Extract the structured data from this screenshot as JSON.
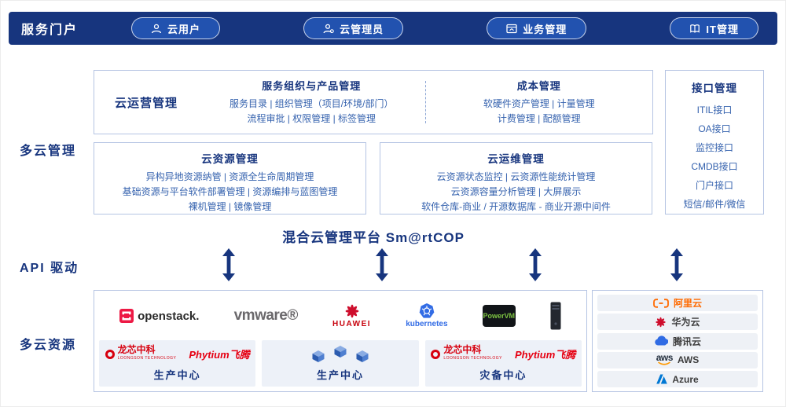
{
  "portal": {
    "label": "服务门户",
    "pills": [
      {
        "label": "云用户"
      },
      {
        "label": "云管理员"
      },
      {
        "label": "业务管理"
      },
      {
        "label": "IT管理"
      }
    ]
  },
  "mgmt": {
    "label": "多云管理",
    "operations": {
      "title": "云运营管理",
      "columns": [
        {
          "title": "服务组织与产品管理",
          "lines": [
            "服务目录 | 组织管理（项目/环境/部门）",
            "流程审批 | 权限管理 | 标签管理"
          ]
        },
        {
          "title": "成本管理",
          "lines": [
            "软硬件资产管理 | 计量管理",
            "计费管理 | 配额管理"
          ]
        }
      ]
    },
    "resource": {
      "title": "云资源管理",
      "lines": [
        "异构异地资源纳管 | 资源全生命周期管理",
        "基础资源与平台软件部署管理 | 资源编排与蓝图管理",
        "裸机管理 | 镜像管理"
      ]
    },
    "om": {
      "title": "云运维管理",
      "lines": [
        "云资源状态监控 | 云资源性能统计管理",
        "云资源容量分析管理 | 大屏展示",
        "软件仓库-商业 / 开源数据库 - 商业开源中间件"
      ]
    },
    "interface": {
      "title": "接口管理",
      "items": [
        "ITIL接口",
        "OA接口",
        "监控接口",
        "CMDB接口",
        "门户接口",
        "短信/邮件/微信"
      ]
    },
    "platform_title": "混合云管理平台 Sm@rtCOP"
  },
  "api": {
    "label": "API 驱动"
  },
  "resources": {
    "label": "多云资源",
    "logos": {
      "openstack": "openstack.",
      "vmware": "vmware®",
      "huawei": "HUAWEI",
      "kubernetes": "kubernetes",
      "powervm": "PowerVM"
    },
    "vendors": {
      "loongson": "龙芯中科",
      "loongson_sub": "LOONGSON TECHNOLOGY",
      "phytium": "Phytium飞腾"
    },
    "centers": [
      {
        "label": "生产中心"
      },
      {
        "label": "生产中心"
      },
      {
        "label": "灾备中心"
      }
    ],
    "clouds": [
      {
        "name": "阿里云"
      },
      {
        "name": "华为云"
      },
      {
        "name": "腾讯云"
      },
      {
        "name": "AWS"
      },
      {
        "name": "Azure"
      }
    ]
  },
  "colors": {
    "navy": "#17357E",
    "pill_blue": "#2252AF",
    "box_border": "#B5C4E3",
    "body_text": "#3562AE",
    "panel_gray": "#EDF1F8",
    "alibaba_orange": "#FF6A00",
    "huawei_red": "#CE0E2D",
    "kubernetes_blue": "#326CE5",
    "tencent_blue": "#2F6BE4",
    "aws_orange": "#FF9900",
    "azure_blue": "#0078D4",
    "openstack_red": "#ED1944",
    "loongson_red": "#D7000F"
  }
}
